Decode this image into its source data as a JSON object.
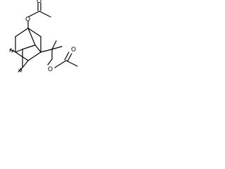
{
  "diagram": {
    "type": "chemical-structure",
    "atom_labels": {
      "upper_ester_oxygen": "O",
      "upper_carbonyl_oxygen": "O",
      "lower_ester_oxygen": "O",
      "lower_carbonyl_oxygen": "O"
    },
    "colors": {
      "bond": "#000000",
      "label": "#000000",
      "background": "#ffffff"
    }
  }
}
